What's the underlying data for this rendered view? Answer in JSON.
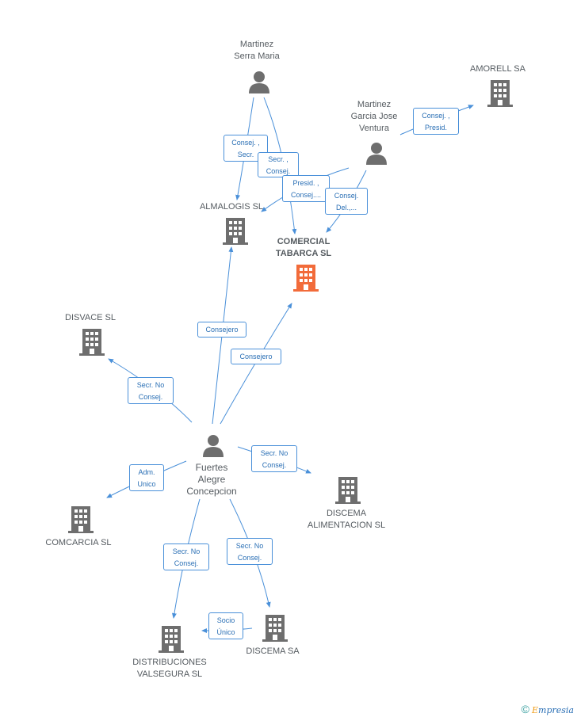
{
  "nodes": {
    "martinez_serra": "Martinez\nSerra Maria",
    "martinez_garcia": "Martinez\nGarcia Jose\nVentura",
    "amorell": "AMORELL SA",
    "almalogis": "ALMALOGIS SL",
    "comercial_tabarca": "COMERCIAL\nTABARCA SL",
    "disvace": "DISVACE SL",
    "fuertes": "Fuertes\nAlegre\nConcepcion",
    "discema_alimentacion": "DISCEMA\nALIMENTACION SL",
    "comcarcia": "COMCARCIA SL",
    "distribuciones": "DISTRIBUCIONES\nVALSEGURA SL",
    "discema": "DISCEMA SA"
  },
  "edges": {
    "serra_almalogis": "Consej. ,\nSecr.",
    "serra_tabarca": "Secr. ,\nConsej.",
    "garcia_almalogis": "Presid. ,\nConsej....",
    "garcia_tabarca": "Consej.\nDel.,...",
    "garcia_amorell": "Consej. ,\nPresid.",
    "fuertes_almalogis": "Consejero",
    "fuertes_tabarca": "Consejero",
    "fuertes_disvace": "Secr.  No\nConsej.",
    "fuertes_discema_alim": "Secr.  No\nConsej.",
    "fuertes_comcarcia": "Adm.\nUnico",
    "fuertes_distribuciones": "Secr.  No\nConsej.",
    "fuertes_discema": "Secr.  No\nConsej.",
    "discema_distribuciones": "Socio\nÚnico"
  },
  "colors": {
    "edge": "#4a90d9",
    "building": "#6e6e6e",
    "main_building": "#f26b3a",
    "person": "#6e6e6e"
  },
  "footer": {
    "copyright": "©",
    "brand_e": "E",
    "brand_rest": "mpresia"
  }
}
